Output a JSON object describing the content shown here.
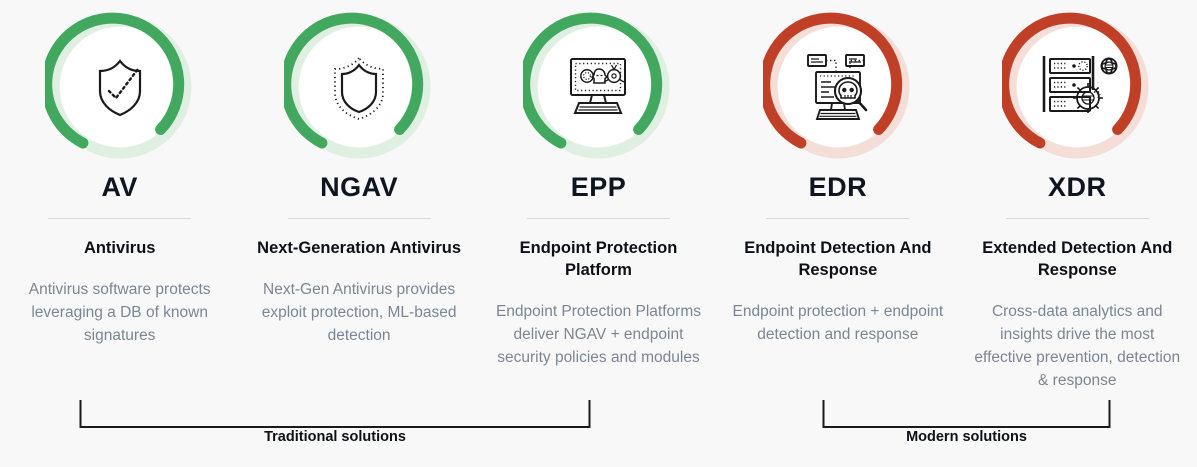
{
  "background_color": "#f8f8f8",
  "colors": {
    "green_strong": "#43a85f",
    "green_faded": "#dff0e3",
    "red_strong": "#bf4027",
    "red_faded": "#f5ded7",
    "acronym": "#101522",
    "title": "#0d1117",
    "body": "#7b8694",
    "divider": "#d9d9d9",
    "bracket": "#1a1a1a",
    "icon_stroke": "#1a1a1a",
    "circle_fill": "#ffffff"
  },
  "columns": [
    {
      "acronym": "AV",
      "title": "Antivirus",
      "description": "Antivirus software protects leveraging a DB of known signatures",
      "ring_color": "green",
      "icon": "shield-check-icon",
      "group": "traditional"
    },
    {
      "acronym": "NGAV",
      "title": "Next-Generation Antivirus",
      "description": "Next-Gen Antivirus provides exploit protection, ML-based detection",
      "ring_color": "green",
      "icon": "shield-dotted-icon",
      "group": "traditional"
    },
    {
      "acronym": "EPP",
      "title": "Endpoint Protection Platform",
      "description": "Endpoint Protection Platforms deliver NGAV + endpoint security policies and modules",
      "ring_color": "green",
      "icon": "monitor-malware-icon",
      "group": "traditional"
    },
    {
      "acronym": "EDR",
      "title": "Endpoint Detection And Response",
      "description": "Endpoint protection + endpoint detection and response",
      "ring_color": "red",
      "icon": "monitor-magnifier-skull-icon",
      "group": "modern"
    },
    {
      "acronym": "XDR",
      "title": "Extended Detection And Response",
      "description": "Cross-data analytics and insights drive the most effective prevention, detection & response",
      "ring_color": "red",
      "icon": "server-gears-icon",
      "group": "modern"
    }
  ],
  "brackets": [
    {
      "label": "Traditional solutions",
      "covers": [
        "AV",
        "NGAV",
        "EPP"
      ]
    },
    {
      "label": "Modern solutions",
      "covers": [
        "EDR",
        "XDR"
      ]
    }
  ]
}
